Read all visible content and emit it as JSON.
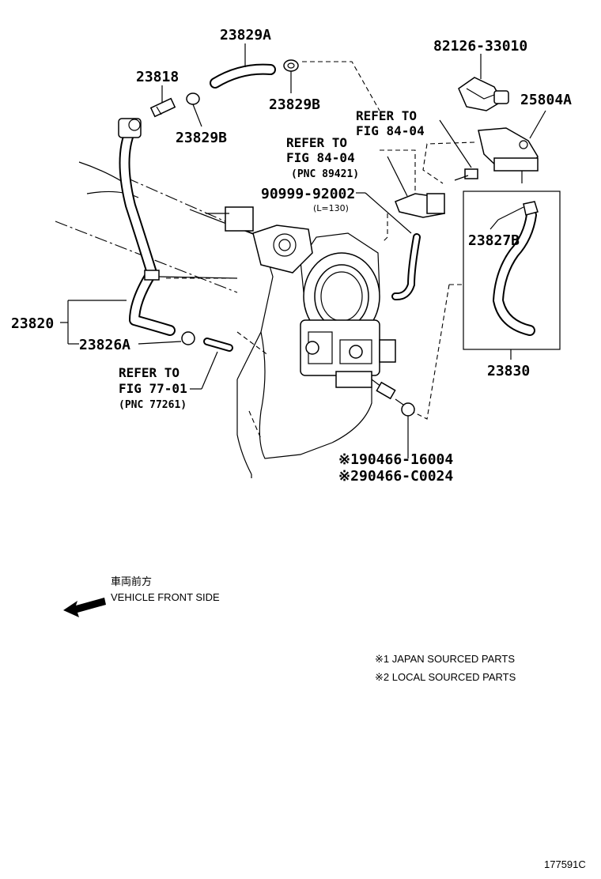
{
  "labels": {
    "p23829A": "23829A",
    "p82126": "82126-33010",
    "p23818": "23818",
    "p23829B_top": "23829B",
    "p23829B_left": "23829B",
    "p25804A": "25804A",
    "p90999": "90999-92002",
    "len130": "(L=130)",
    "p23827B": "23827B",
    "p23820": "23820",
    "p23826A": "23826A",
    "p23830": "23830",
    "p90466_1": "90466-16004",
    "p90466_2": "90466-C0024",
    "mark1": "※1",
    "mark2": "※2",
    "diagram_id": "177591C"
  },
  "refs": {
    "ref1_line1": "REFER TO",
    "ref1_line2": "FIG 84-04",
    "ref2_line1": "REFER TO",
    "ref2_line2": "FIG 84-04",
    "ref2_pnc": "(PNC 89421)",
    "ref3_line1": "REFER TO",
    "ref3_line2": "FIG 77-01",
    "ref3_pnc": "(PNC 77261)"
  },
  "legend": {
    "front_jp": "車両前方",
    "front_en": "VEHICLE FRONT SIDE",
    "note1": "※1 JAPAN SOURCED PARTS",
    "note2": "※2 LOCAL SOURCED PARTS"
  }
}
